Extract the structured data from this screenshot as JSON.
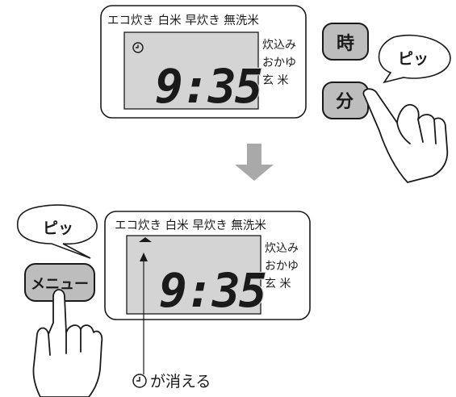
{
  "panel_top": {
    "menu_line": "エコ炊き 白米 早炊き 無洗米",
    "side_labels": [
      "炊込み",
      "おかゆ",
      "玄 米"
    ],
    "time": "9:35"
  },
  "panel_bottom": {
    "menu_line": "エコ炊き 白米 早炊き 無洗米",
    "side_labels": [
      "炊込み",
      "おかゆ",
      "玄 米"
    ],
    "time": "9:35"
  },
  "buttons": {
    "hour": "時",
    "minute": "分",
    "menu": "メニュー"
  },
  "sounds": {
    "beep_top": "ピッ",
    "beep_bottom": "ピッ"
  },
  "note": {
    "text": "が消える",
    "icon": "clock-icon"
  },
  "colors": {
    "lcd": "#d4d4d4",
    "button": "#bdbdbd",
    "arrow": "#a9a9a9",
    "line": "#1a1a1a"
  }
}
